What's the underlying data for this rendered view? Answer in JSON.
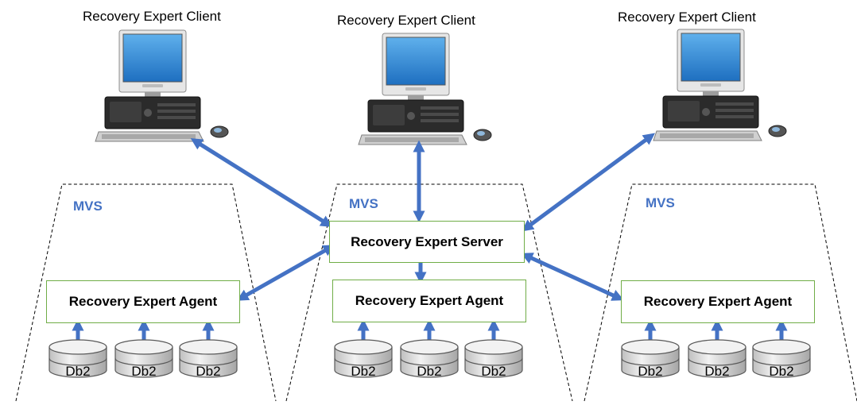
{
  "clients": [
    {
      "label": "Recovery Expert Client"
    },
    {
      "label": "Recovery Expert Client"
    },
    {
      "label": "Recovery Expert Client"
    }
  ],
  "mvs": [
    {
      "label": "MVS"
    },
    {
      "label": "MVS"
    },
    {
      "label": "MVS"
    }
  ],
  "server": {
    "label": "Recovery Expert Server"
  },
  "agents": [
    {
      "label": "Recovery Expert Agent"
    },
    {
      "label": "Recovery Expert Agent"
    },
    {
      "label": "Recovery Expert Agent"
    }
  ],
  "databases": {
    "label": "Db2"
  },
  "colors": {
    "arrow": "#4472c4",
    "box_border": "#70ad47",
    "mvs_text": "#4472c4",
    "dashed_border": "#000000"
  }
}
